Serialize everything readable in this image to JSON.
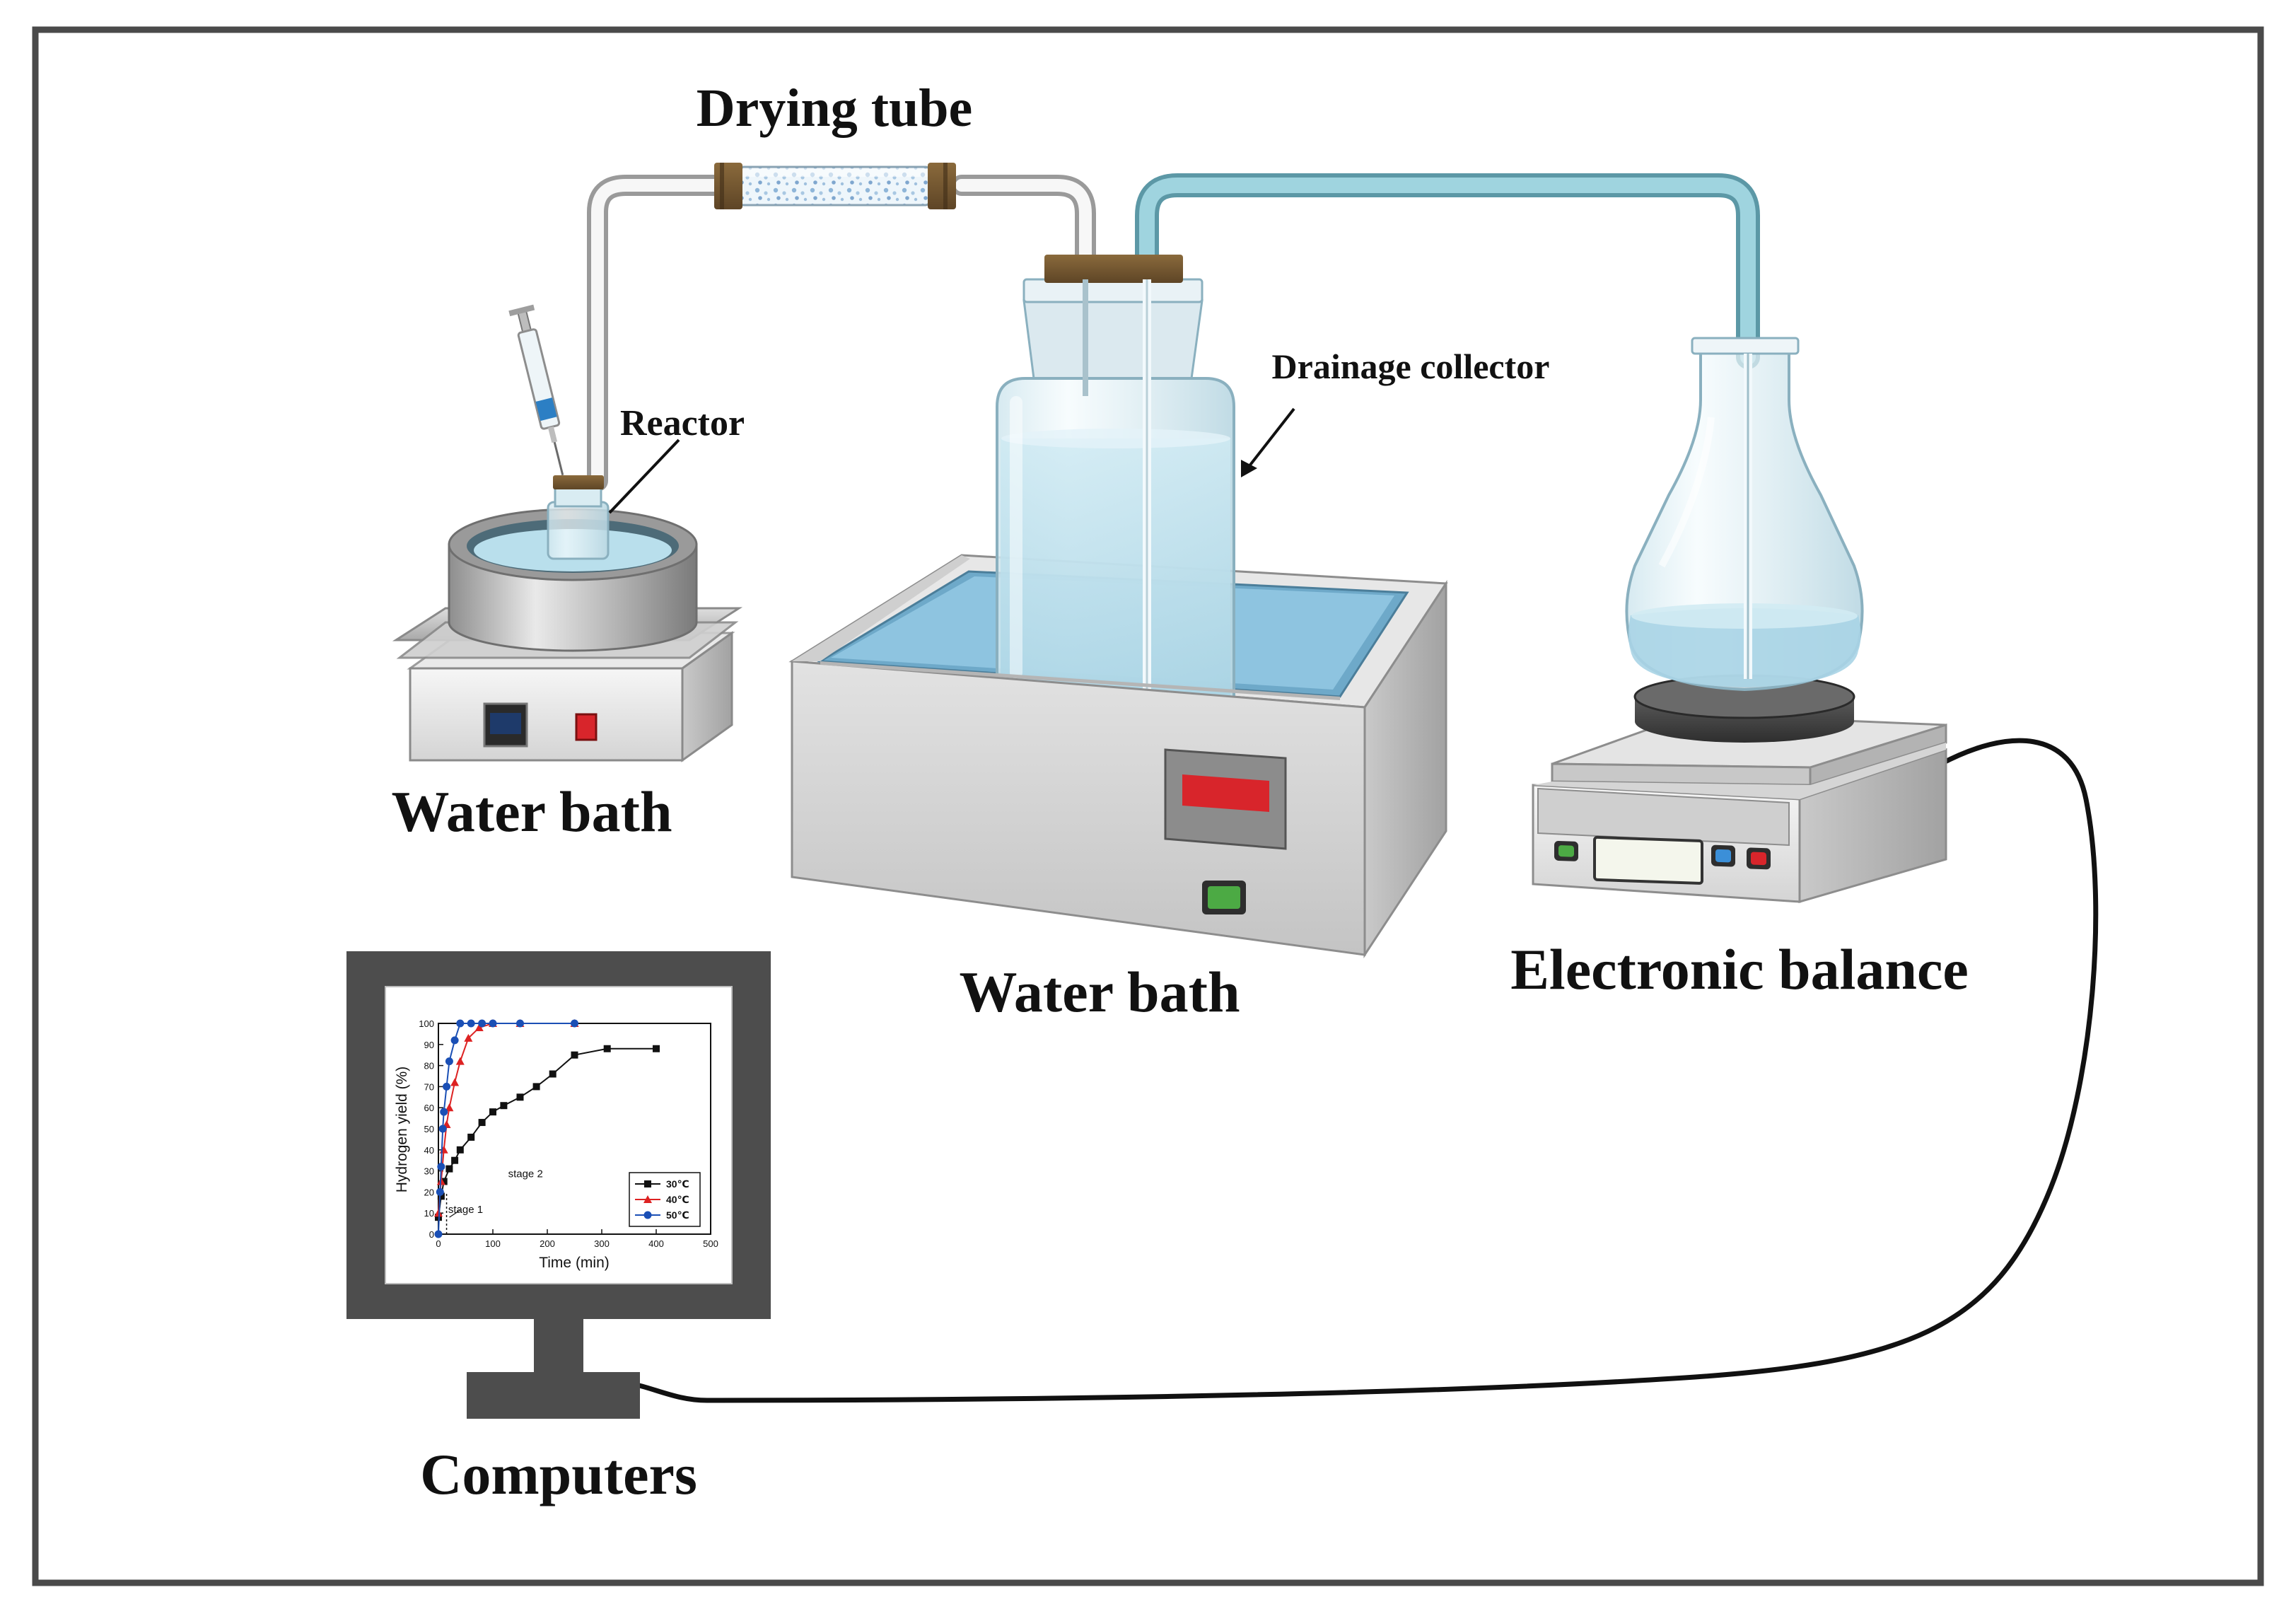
{
  "labels": {
    "drying_tube": "Drying tube",
    "reactor": "Reactor",
    "drainage_collector": "Drainage collector",
    "water_bath_left": "Water bath",
    "water_bath_center": "Water bath",
    "electronic_balance": "Electronic balance",
    "computers": "Computers"
  },
  "colors": {
    "frame": "#4a4a4a",
    "water": "#bfe1ee",
    "tube_blue": "#8ec9d6",
    "display_red": "#d8252b",
    "button_green": "#4caa44",
    "button_blue": "#3b8fd8",
    "metal": "#b9b9b9"
  },
  "chart_data": {
    "type": "line",
    "xlabel": "Time (min)",
    "ylabel": "Hydrogen yield (%)",
    "xlim": [
      0,
      500
    ],
    "ylim": [
      0,
      100
    ],
    "xticks": [
      0,
      100,
      200,
      300,
      400,
      500
    ],
    "yticks": [
      0,
      10,
      20,
      30,
      40,
      50,
      60,
      70,
      80,
      90,
      100
    ],
    "legend_position": "bottom-right",
    "annotations": [
      {
        "text": "stage 2",
        "x": 160,
        "y": 27
      },
      {
        "text": "stage 1",
        "x": 50,
        "y": 10
      }
    ],
    "stage_divider_x": 15,
    "series": [
      {
        "name": "30℃",
        "color": "#111111",
        "marker": "square",
        "x": [
          0,
          5,
          10,
          20,
          30,
          40,
          60,
          80,
          100,
          120,
          150,
          180,
          210,
          250,
          310,
          400
        ],
        "y": [
          8,
          18,
          25,
          31,
          35,
          40,
          46,
          53,
          58,
          61,
          65,
          70,
          76,
          85,
          88,
          88
        ]
      },
      {
        "name": "40℃",
        "color": "#dd2222",
        "marker": "triangle",
        "x": [
          0,
          5,
          10,
          15,
          20,
          30,
          40,
          55,
          75,
          100,
          150,
          250
        ],
        "y": [
          10,
          25,
          40,
          52,
          60,
          72,
          82,
          93,
          98,
          100,
          100,
          100
        ]
      },
      {
        "name": "50℃",
        "color": "#1a4fb5",
        "marker": "circle",
        "x": [
          0,
          3,
          5,
          8,
          10,
          15,
          20,
          30,
          40,
          60,
          80,
          100,
          150,
          250
        ],
        "y": [
          0,
          20,
          32,
          50,
          58,
          70,
          82,
          92,
          100,
          100,
          100,
          100,
          100,
          100
        ]
      }
    ]
  }
}
